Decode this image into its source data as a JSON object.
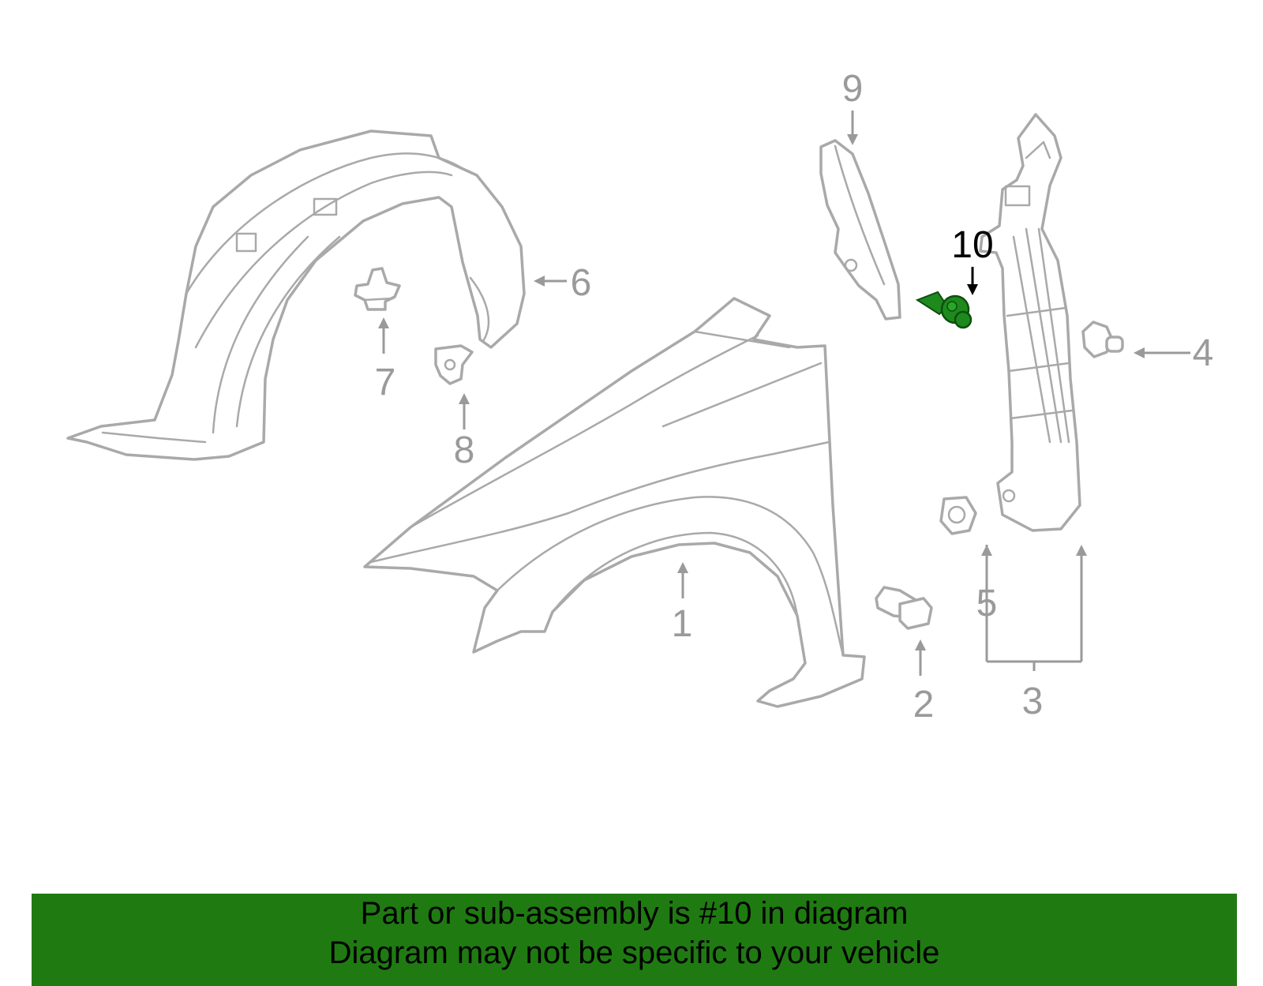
{
  "callouts": {
    "c1": "1",
    "c2": "2",
    "c3": "3",
    "c4": "4",
    "c5": "5",
    "c6": "6",
    "c7": "7",
    "c8": "8",
    "c9": "9",
    "c10": "10"
  },
  "highlighted_part": "10",
  "colors": {
    "outline": "#a9a9a9",
    "highlight_part": "#1e8a1e",
    "banner_background": "#1f7a12",
    "banner_text": "#000000"
  },
  "banner": {
    "line1": "Part or sub-assembly is #10 in diagram",
    "line2": "Diagram may not be specific to your vehicle"
  }
}
